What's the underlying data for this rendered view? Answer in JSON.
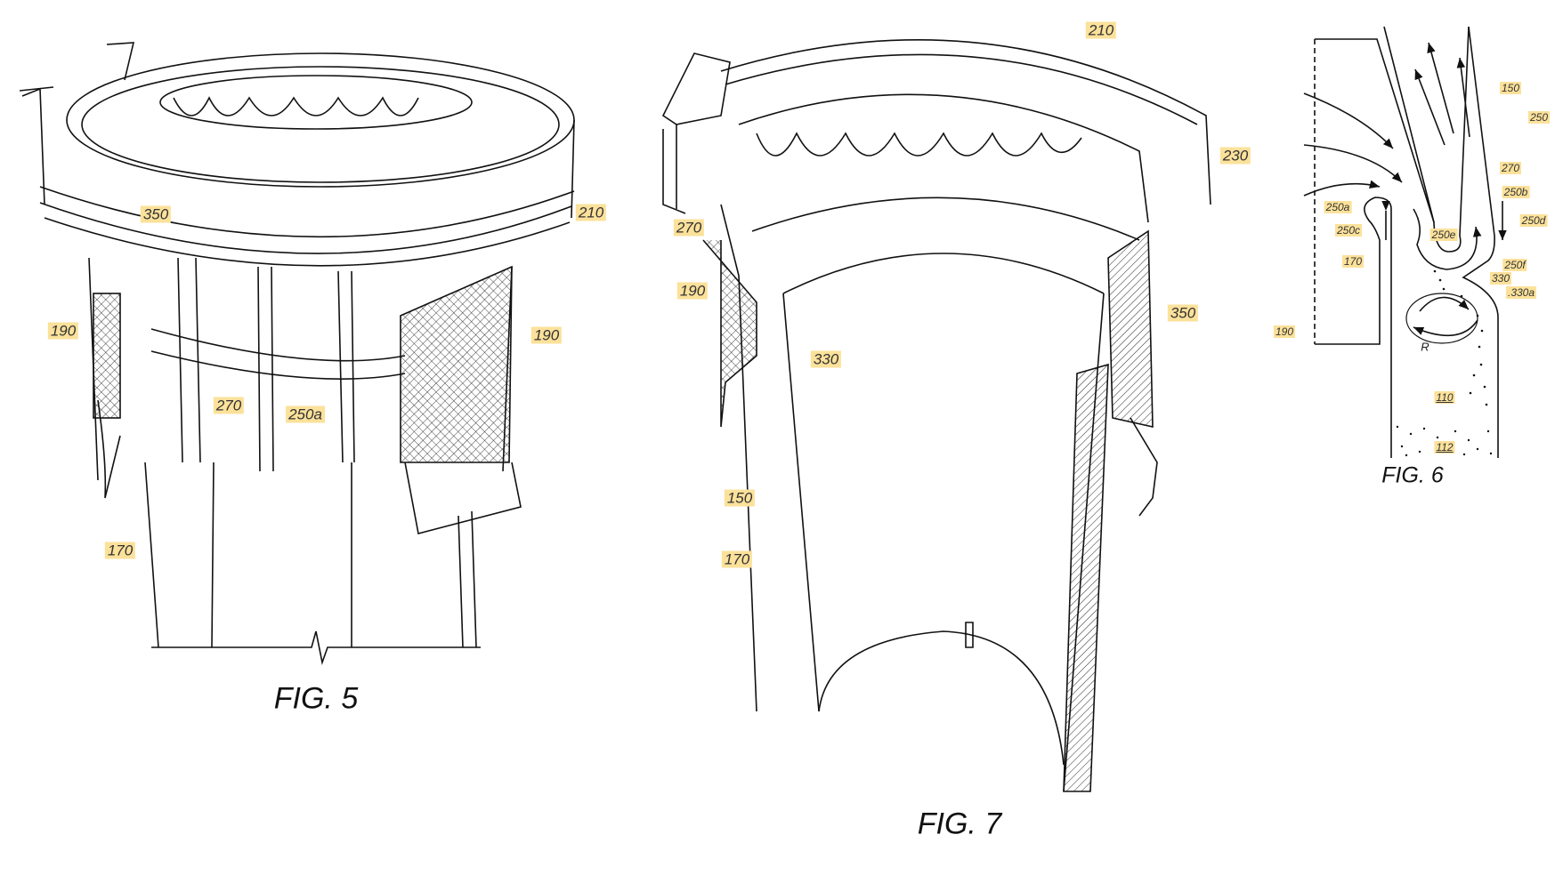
{
  "figures": {
    "fig5": {
      "caption": "FIG. 5",
      "labels": {
        "l350": "350",
        "l210": "210",
        "l190a": "190",
        "l190b": "190",
        "l270": "270",
        "l250a": "250a",
        "l170": "170"
      }
    },
    "fig7": {
      "caption": "FIG. 7",
      "labels": {
        "l210": "210",
        "l230": "230",
        "l270": "270",
        "l190": "190",
        "l350": "350",
        "l330": "330",
        "l150": "150",
        "l170": "170"
      }
    },
    "fig6": {
      "caption": "FIG. 6",
      "labels": {
        "l150": "150",
        "l250": "250",
        "l270": "270",
        "l250b": "250b",
        "l250d": "250d",
        "l250a": "250a",
        "l250c": "250c",
        "l250e": "250e",
        "l170": "170",
        "l250f": "250f",
        "l330": "330",
        "l330a": ".330a",
        "l190": "190",
        "lR": "R",
        "l110": "110",
        "l112": "112"
      }
    }
  },
  "colors": {
    "label_bg": "#fbe19a",
    "line": "#111111"
  }
}
